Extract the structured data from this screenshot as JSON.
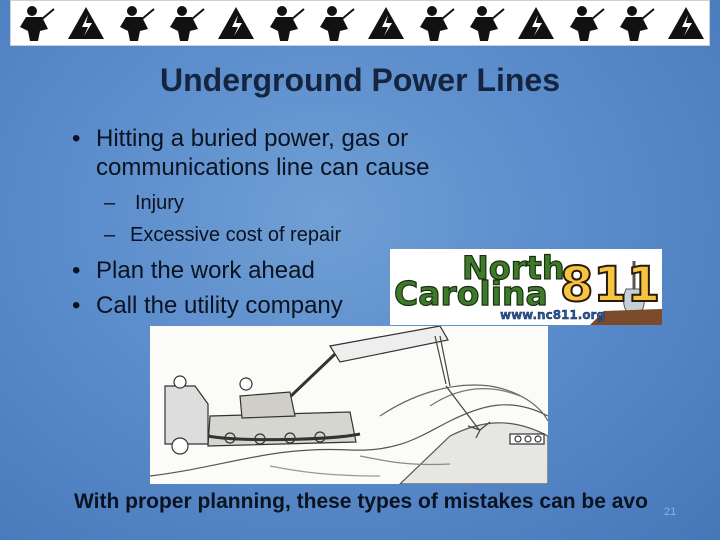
{
  "slide": {
    "title": "Underground Power Lines",
    "bullets": [
      {
        "bullet": "•",
        "line1": "Hitting a buried power, gas or",
        "line2": "communications line can cause"
      },
      {
        "bullet": "•",
        "text": "Plan the work ahead"
      },
      {
        "bullet": "•",
        "text": "Call the utility company"
      }
    ],
    "sub_bullets": [
      {
        "dash": "–",
        "text": "Injury"
      },
      {
        "dash": "–",
        "text": "Excessive cost of repair"
      }
    ],
    "footer": "With proper planning, these types of mistakes can be avo",
    "page_number": "21"
  },
  "logo": {
    "word1": "North",
    "word2": "Carolina",
    "number": "811",
    "url": "www.nc811.org",
    "colors": {
      "green": "#3d7a2a",
      "outline": "#1a2f10",
      "number_fill": "#f5c542",
      "url_fill": "#2c5aa0"
    }
  },
  "banner": {
    "icons": [
      "worker-figure",
      "warning-sign"
    ]
  },
  "colors": {
    "background": "#5b8ccc",
    "title": "#15253f",
    "text": "#0b1220"
  }
}
